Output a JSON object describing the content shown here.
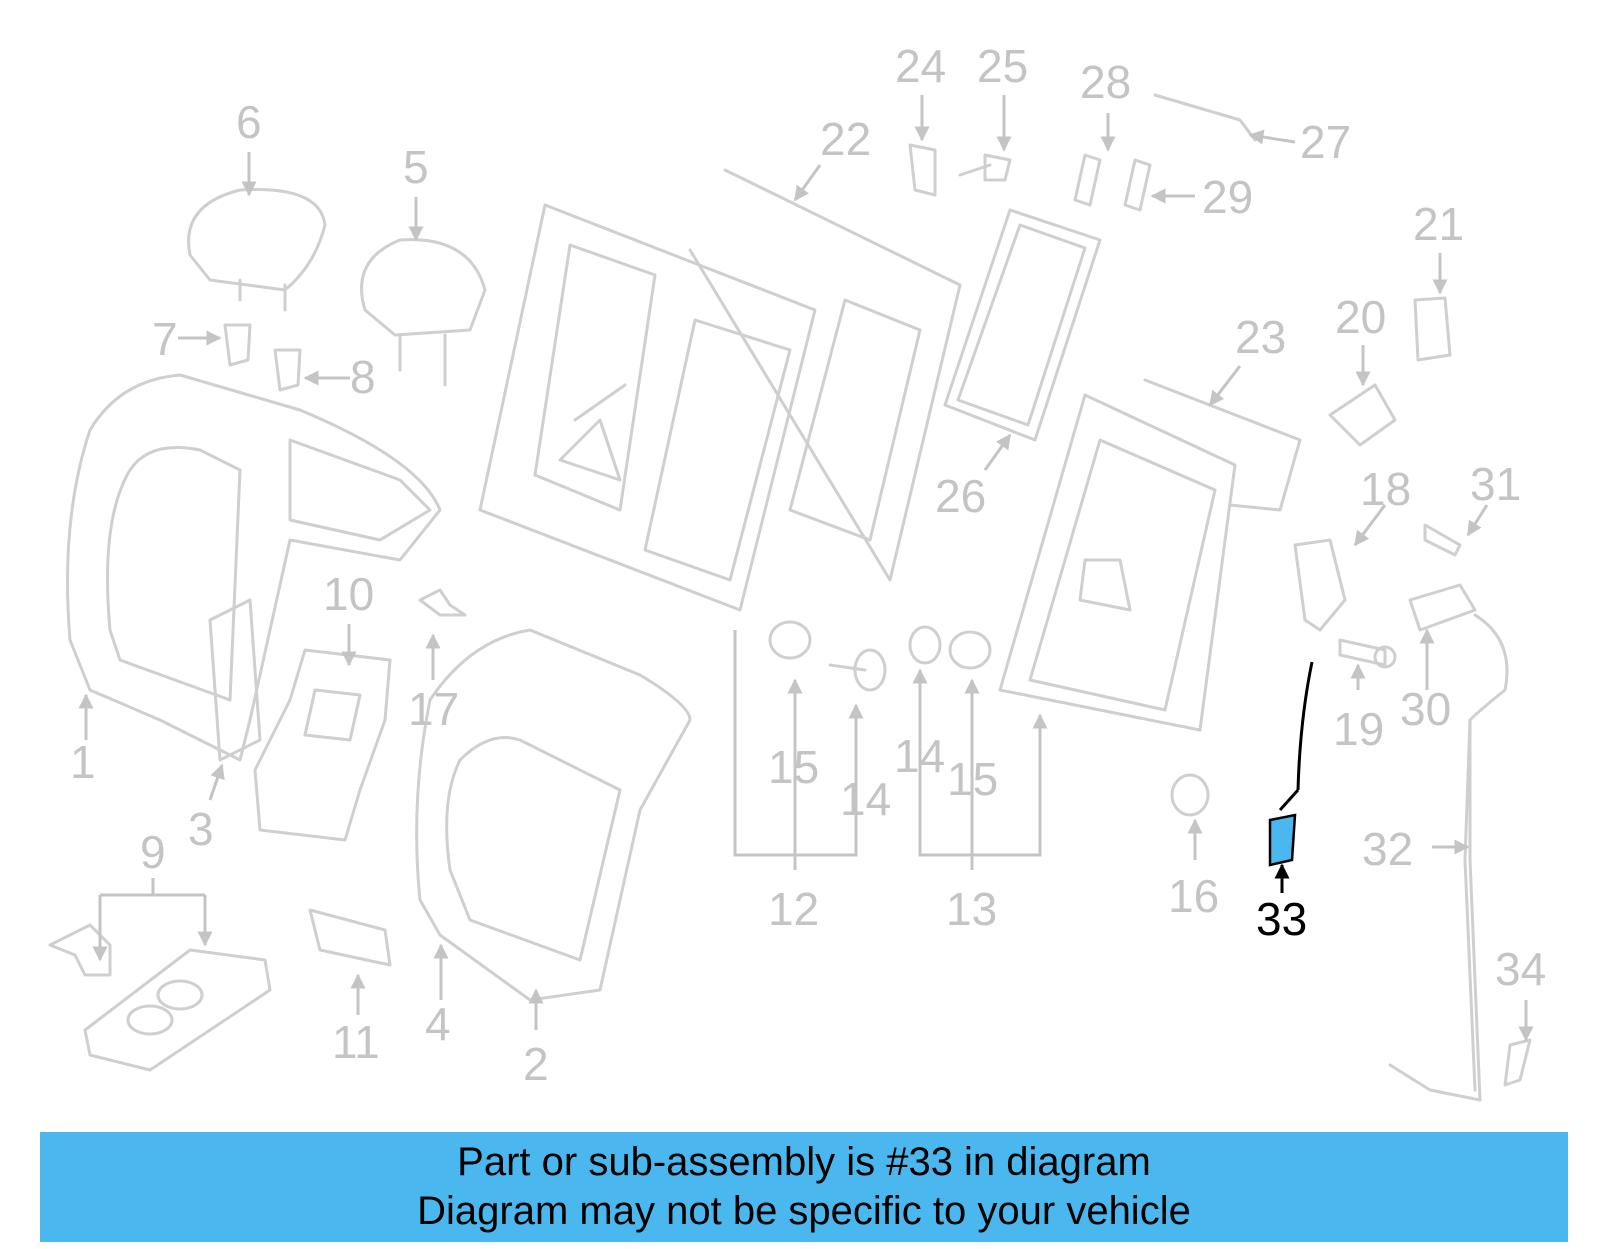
{
  "diagram": {
    "callouts": [
      "1",
      "2",
      "3",
      "4",
      "5",
      "6",
      "7",
      "8",
      "9",
      "10",
      "11",
      "12",
      "13",
      "14",
      "14",
      "15",
      "15",
      "16",
      "17",
      "18",
      "19",
      "20",
      "21",
      "22",
      "23",
      "24",
      "25",
      "26",
      "27",
      "28",
      "29",
      "30",
      "31",
      "32",
      "33",
      "34"
    ],
    "highlighted_part": "33",
    "colors": {
      "highlight": "#4ab8ee",
      "parts": "#cfcfcf",
      "labels": "#c4c4c4",
      "highlight_label": "#000000"
    }
  },
  "banner": {
    "line1": "Part or sub-assembly is #33 in diagram",
    "line2": "Diagram may not be specific to your vehicle"
  }
}
